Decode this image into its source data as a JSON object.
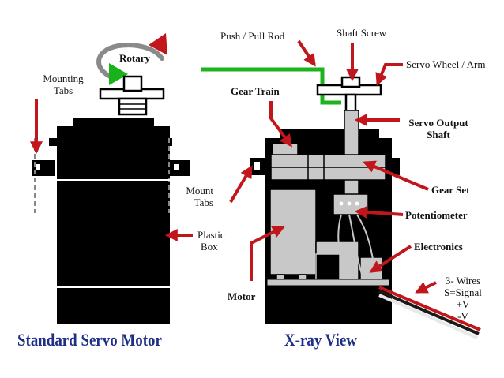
{
  "labels": {
    "rotary": "Rotary",
    "mounting_tabs": [
      "Mounting",
      "Tabs"
    ],
    "push_pull_rod": "Push / Pull Rod",
    "shaft_screw": "Shaft Screw",
    "servo_wheel_arm": "Servo Wheel / Arm",
    "gear_train": "Gear Train",
    "servo_output_shaft": [
      "Servo Output",
      "Shaft"
    ],
    "gear_set": "Gear Set",
    "mount_tabs": [
      "Mount",
      "Tabs"
    ],
    "potentiometer": "Potentiometer",
    "plastic_box": [
      "Plastic",
      "Box"
    ],
    "electronics": "Electronics",
    "motor": "Motor",
    "wires": [
      "3- Wires",
      "S=Signal",
      "+V",
      "-V"
    ]
  },
  "captions": {
    "left": "Standard Servo Motor",
    "right": "X-ray View"
  },
  "colors": {
    "arrow": "#c0161c",
    "rod": "#1db31d",
    "body": "#000000",
    "internal_gray": "#c8c8c8",
    "caption": "#1f2f86",
    "wire_red": "#c0161c",
    "wire_black": "#1a1a1a",
    "wire_white": "#e8e8e8"
  }
}
